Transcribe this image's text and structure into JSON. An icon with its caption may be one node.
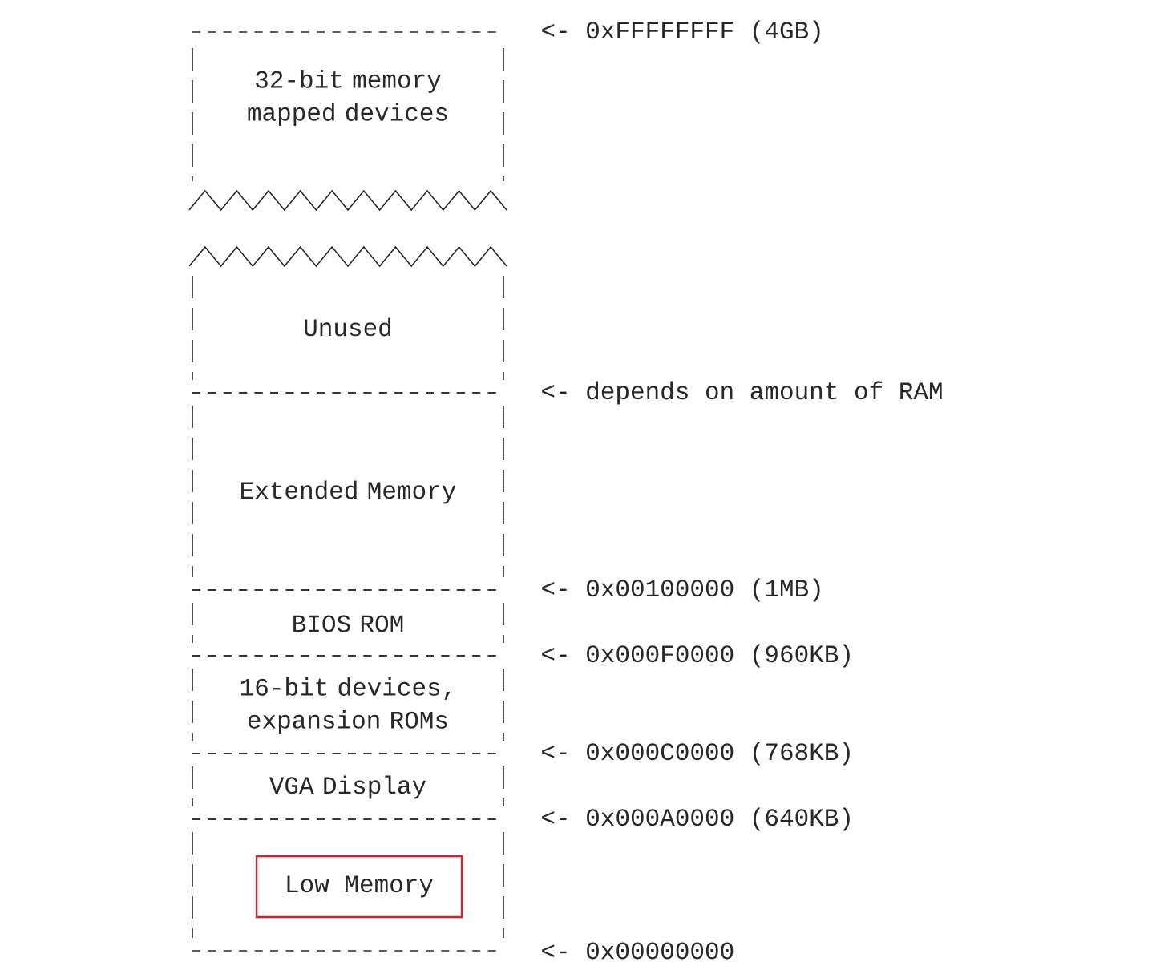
{
  "diagram": {
    "nodes": [
      {
        "text": [
          "32-bit memory mapped devices"
        ]
      },
      {
        "text": [
          "Unused"
        ]
      },
      {
        "text": [
          "Extended Memory"
        ]
      },
      {
        "text": [
          "BIOS ROM"
        ]
      },
      {
        "text": [
          "16-bit devices, expansion ROMs"
        ]
      },
      {
        "text": [
          "VGA Display"
        ]
      },
      {
        "text": [],
        "shape": "box"
      },
      {
        "text": [
          "Low Memory"
        ],
        "in": 6
      }
    ],
    "edges": [],
    "labels": [
      "<- 0xFFFFFFFF (4GB)",
      "<- depends on amount of RAM",
      "<- 0x00100000 (1MB)",
      "<- 0x000F0000 (960KB)",
      "<- 0x000C0000 (768KB)",
      "<- 0x000A0000 (640KB)",
      "<- 0x00000000"
    ]
  }
}
